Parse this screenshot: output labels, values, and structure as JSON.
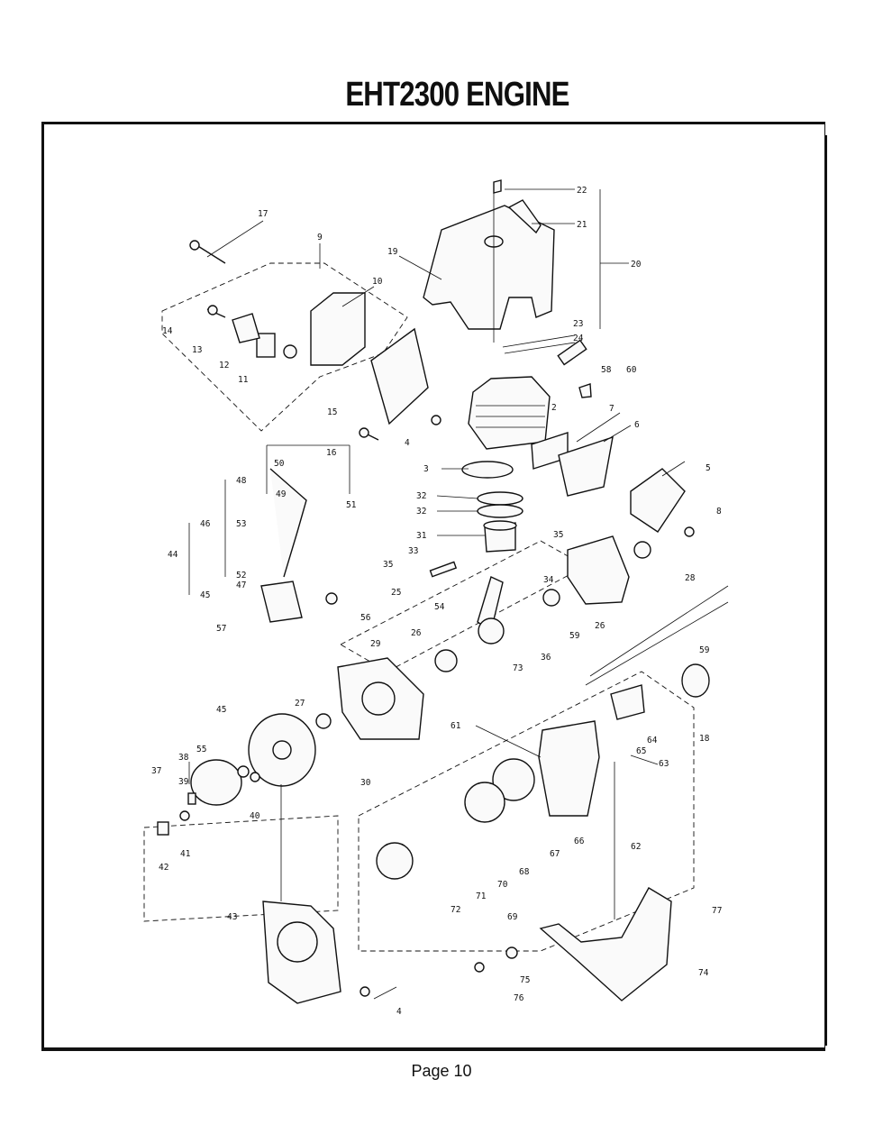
{
  "title": "EHT2300 ENGINE",
  "footer": "Page 10",
  "labels": [
    "17",
    "9",
    "10",
    "19",
    "22",
    "21",
    "20",
    "14",
    "13",
    "12",
    "11",
    "15",
    "16",
    "4",
    "23",
    "24",
    "58",
    "60",
    "2",
    "3",
    "7",
    "6",
    "5",
    "8",
    "48",
    "50",
    "49",
    "51",
    "46",
    "53",
    "44",
    "52",
    "47",
    "45",
    "32",
    "32",
    "31",
    "35",
    "33",
    "35",
    "25",
    "34",
    "28",
    "54",
    "26",
    "26",
    "29",
    "36",
    "56",
    "57",
    "27",
    "45",
    "59",
    "59",
    "73",
    "18",
    "61",
    "64",
    "65",
    "63",
    "38",
    "55",
    "37",
    "39",
    "40",
    "41",
    "42",
    "30",
    "66",
    "62",
    "67",
    "68",
    "70",
    "71",
    "72",
    "69",
    "43",
    "77",
    "74",
    "75",
    "76",
    "4"
  ]
}
